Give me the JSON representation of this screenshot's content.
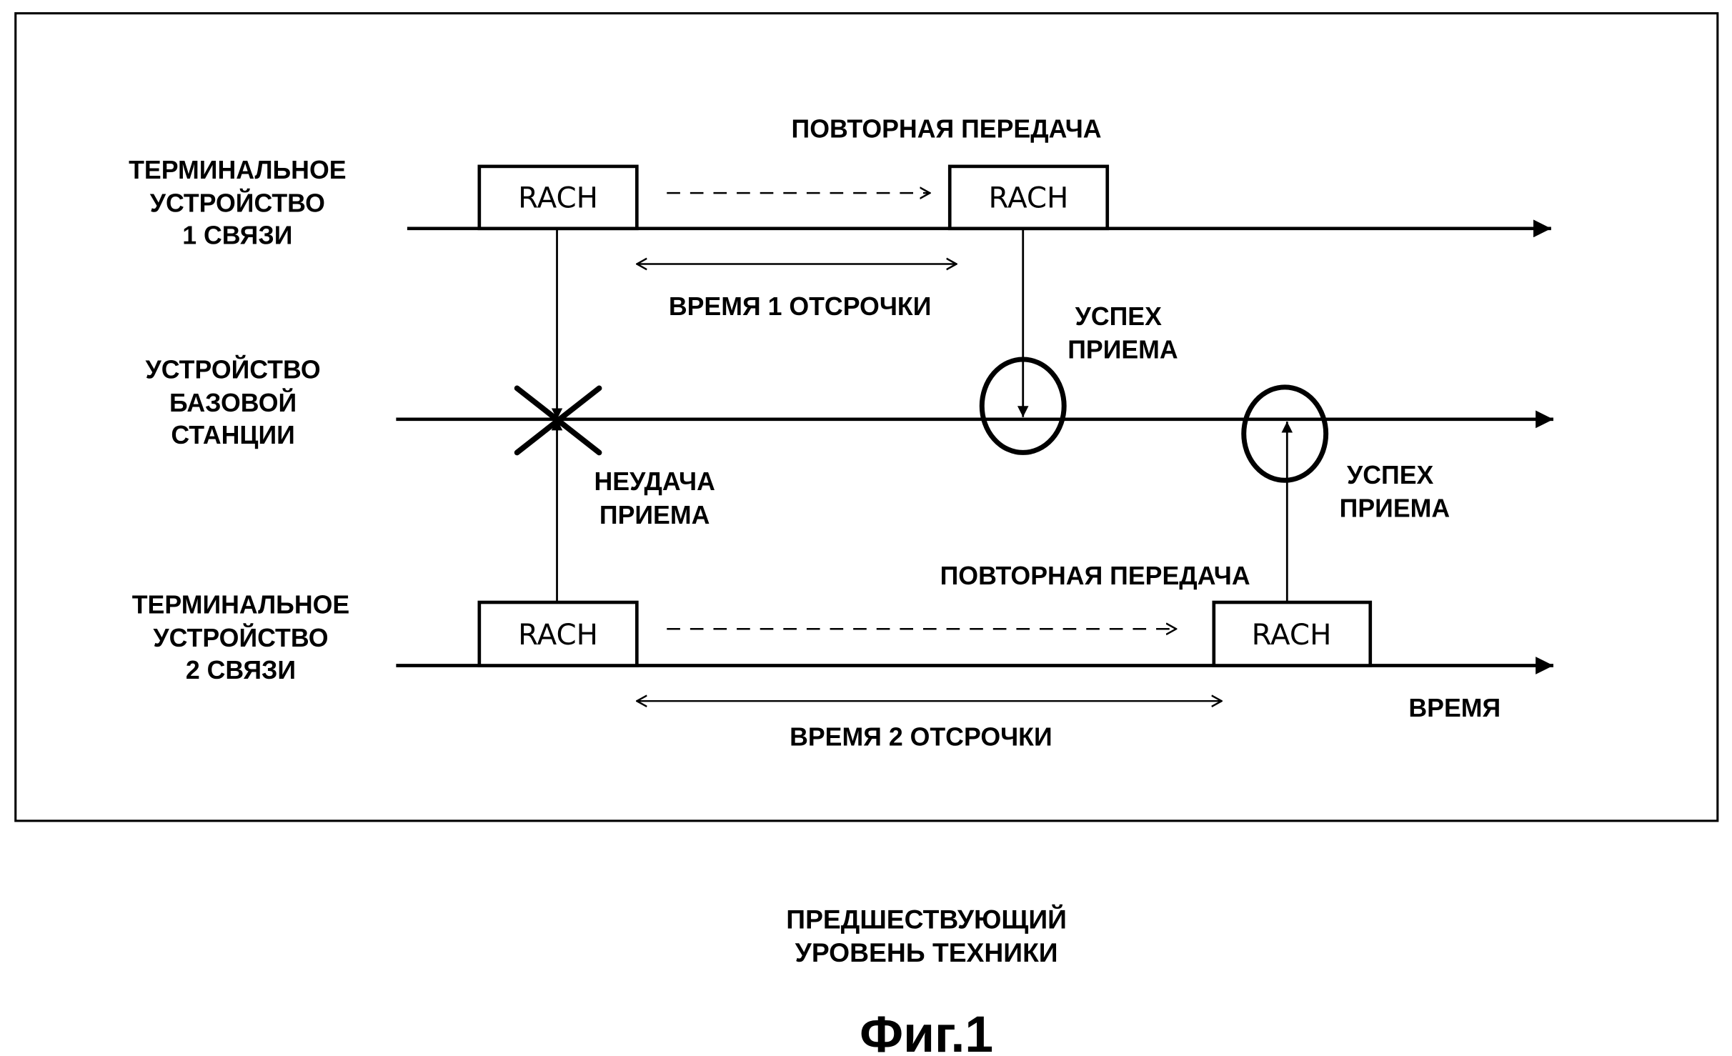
{
  "diagram": {
    "lanes": [
      {
        "id": "terminal1",
        "label_lines": [
          "ТЕРМИНАЛЬНОЕ",
          "УСТРОЙСТВО",
          "1 СВЯЗИ"
        ]
      },
      {
        "id": "base_station",
        "label_lines": [
          "УСТРОЙСТВО",
          "БАЗОВОЙ",
          "СТАНЦИИ"
        ]
      },
      {
        "id": "terminal2",
        "label_lines": [
          "ТЕРМИНАЛЬНОЕ",
          "УСТРОЙСТВО",
          "2 СВЯЗИ"
        ]
      }
    ],
    "rach_label": "RACH",
    "retransmission_label": "ПОВТОРНАЯ ПЕРЕДАЧА",
    "backoff1_label": "ВРЕМЯ 1 ОТСРОЧКИ",
    "backoff2_label": "ВРЕМЯ 2 ОТСРОЧКИ",
    "success_label_lines": [
      "УСПЕХ",
      "ПРИЕМА"
    ],
    "failure_label_lines": [
      "НЕУДАЧА",
      "ПРИЕМА"
    ],
    "time_axis_label": "ВРЕМЯ"
  },
  "caption": {
    "lines": [
      "ПРЕДШЕСТВУЮЩИЙ",
      "УРОВЕНЬ ТЕХНИКИ"
    ],
    "figure": "Фиг.1"
  }
}
